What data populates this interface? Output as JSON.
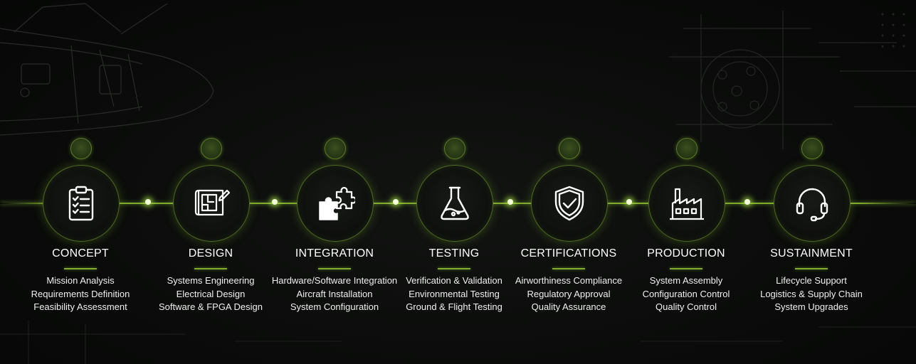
{
  "stages": [
    {
      "title": "CONCEPT",
      "icon": "clipboard-checklist-icon",
      "items": [
        "Mission Analysis",
        "Requirements Definition",
        "Feasibility Assessment"
      ]
    },
    {
      "title": "DESIGN",
      "icon": "blueprint-pencil-icon",
      "items": [
        "Systems Engineering",
        "Electrical Design",
        "Software & FPGA Design"
      ]
    },
    {
      "title": "INTEGRATION",
      "icon": "puzzle-pieces-icon",
      "items": [
        "Hardware/Software Integration",
        "Aircraft Installation",
        "System Configuration"
      ]
    },
    {
      "title": "TESTING",
      "icon": "lab-flask-icon",
      "items": [
        "Verification & Validation",
        "Environmental Testing",
        "Ground & Flight Testing"
      ]
    },
    {
      "title": "CERTIFICATIONS",
      "icon": "shield-check-icon",
      "items": [
        "Airworthiness Compliance",
        "Regulatory Approval",
        "Quality Assurance"
      ]
    },
    {
      "title": "PRODUCTION",
      "icon": "factory-icon",
      "items": [
        "System Assembly",
        "Configuration Control",
        "Quality Control"
      ]
    },
    {
      "title": "SUSTAINMENT",
      "icon": "headset-icon",
      "items": [
        "Lifecycle Support",
        "Logistics & Supply Chain",
        "System Upgrades"
      ]
    }
  ],
  "colors": {
    "accent": "#7fae2e",
    "glow": "#a6e34a",
    "background": "#0b0c0b"
  }
}
